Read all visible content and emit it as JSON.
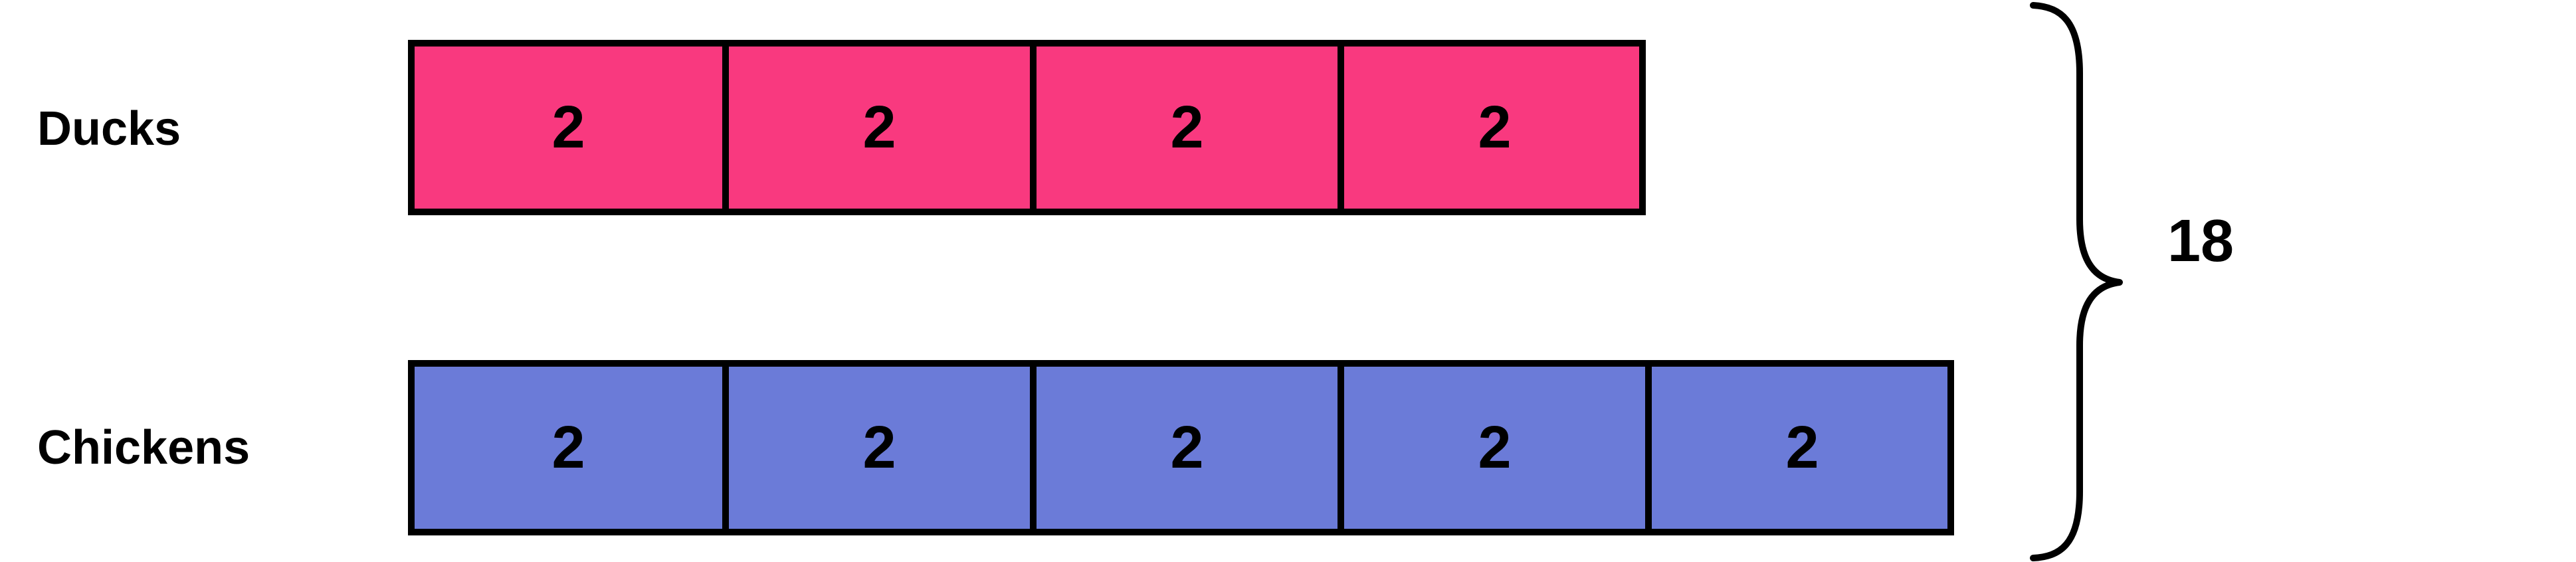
{
  "rows": [
    {
      "label": "Ducks",
      "color": "#F9397F",
      "cells": [
        "2",
        "2",
        "2",
        "2"
      ]
    },
    {
      "label": "Chickens",
      "color": "#6B7BD8",
      "cells": [
        "2",
        "2",
        "2",
        "2",
        "2"
      ]
    }
  ],
  "total": "18"
}
